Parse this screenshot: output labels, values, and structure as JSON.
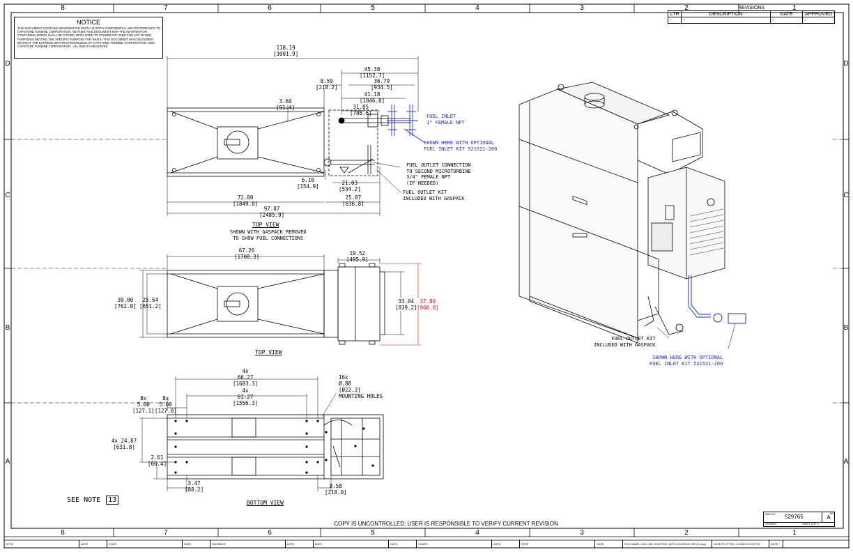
{
  "zones": {
    "top": [
      "8",
      "7",
      "6",
      "5",
      "4",
      "3",
      "2",
      "1"
    ],
    "bottom": [
      "8",
      "7",
      "6",
      "5",
      "4",
      "3",
      "2",
      "1"
    ],
    "left": [
      "D",
      "C",
      "B",
      "A"
    ],
    "right": [
      "D",
      "C",
      "B",
      "A"
    ]
  },
  "notice": {
    "title": "NOTICE",
    "body": "THIS DOCUMENT CONTAINS INFORMATION WHICH IS BOTH CONFIDENTIAL AND PROPRIETARY TO CAPSTONE TURBINE CORPORATION. NEITHER THIS DOCUMENT NOR THE INFORMATION CONTAINED HEREIN SHALL BE COPIED, DISCLOSED TO OTHERS OR USED FOR ANY OTHER PURPOSES BEYOND THE SPECIFIC PURPOSE FOR WHICH THIS DOCUMENT WAS DELIVERED WITHOUT THE EXPRESS WRITTEN PERMISSION OF CAPSTONE TURBINE CORPORATION. 2002 CAPSTONE TURBINE CORPORATION - ALL RIGHTS RESERVED"
  },
  "revisions": {
    "title": "REVISIONS",
    "headers": [
      "LTR",
      "DESCRIPTION",
      "DATE",
      "APPROVED"
    ],
    "row": [
      "-",
      "-",
      "-",
      "-"
    ]
  },
  "top_view_1": {
    "dims": {
      "overall": [
        "118.19",
        "[3001.9]"
      ],
      "d45": [
        "45.38",
        "[1152.7]"
      ],
      "d36": [
        "36.79",
        "[934.5]"
      ],
      "d8": [
        "8.59",
        "[218.2]"
      ],
      "d41": [
        "41.18",
        "[1046.0]"
      ],
      "d31": [
        "31.05",
        "[788.6]"
      ],
      "d3": [
        "3.60",
        "[91.4]"
      ],
      "d6": [
        "6.10",
        "[154.9]"
      ],
      "d21": [
        "21.03",
        "[534.2]"
      ],
      "d72": [
        "72.80",
        "[1849.0]"
      ],
      "d25": [
        "25.07",
        "[636.8]"
      ],
      "d97": [
        "97.87",
        "[2485.9]"
      ]
    },
    "fuel_inlet": [
      "FUEL INLET",
      "1\" FEMALE NPT"
    ],
    "optional_kit": [
      "SHOWN HERE WITH OPTIONAL",
      "FUEL INLET KIT 521521-200"
    ],
    "outlet_connection": [
      "FUEL OUTLET CONNECTION",
      "TO SECOND MICROTURBINE",
      "3/4\" FEMALE NPT",
      "(IF NEEDED)"
    ],
    "outlet_kit": [
      "FUEL OUTLET KIT",
      "INCLUDED WITH GASPACK"
    ],
    "label": "TOP VIEW",
    "caption": [
      "SHOWN WITH GASPACK REMOVED",
      "TO SHOW FUEL CONNECTIONS"
    ]
  },
  "top_view_2": {
    "dims": {
      "d67": [
        "67.26",
        "[1708.3]"
      ],
      "d19": [
        "19.52",
        "[495.9]"
      ],
      "d30": [
        "30.00",
        "[762.0]"
      ],
      "d25": [
        "25.64",
        "[651.2]"
      ],
      "d33": [
        "33.04",
        "[839.2]"
      ],
      "d37": [
        "37.80",
        "[960.0]"
      ]
    },
    "label": "TOP VIEW"
  },
  "bottom_view": {
    "dims": {
      "d66": [
        "4x",
        "66.27",
        "[1683.3]"
      ],
      "d61": [
        "4x",
        "61.27",
        "[1556.3]"
      ],
      "d5a": [
        "8x",
        "5.00",
        "[127.1]"
      ],
      "d5b": [
        "8x",
        "5.00",
        "[127.0]"
      ],
      "holes": [
        "16x",
        "Ø.88",
        "[Ø22.3]",
        "MOUNTING HOLES"
      ],
      "d24": [
        "4x 24.87",
        "[631.8]"
      ],
      "d2": [
        "2.61",
        "[66.4]"
      ],
      "d3": [
        "3.47",
        "[88.2]"
      ],
      "d8": [
        "8.58",
        "[218.0]"
      ]
    },
    "label": "BOTTOM VIEW"
  },
  "iso_view": {
    "outlet_kit": [
      "FUEL OUTLET KIT",
      "INCLUDED WITH GASPACK"
    ],
    "optional_kit": [
      "SHOWN HERE WITH OPTIONAL",
      "FUEL INLET KIT 521521-200"
    ]
  },
  "see_note": {
    "text": "SEE NOTE",
    "number": "13"
  },
  "uncontrolled": "COPY IS UNCONTROLLED; USER IS RESPONSIBLE TO VERIFY CURRENT REVISION",
  "title_block": {
    "dwg_no": "529765",
    "rev": "A",
    "dwg_no_label": "DWG NO.",
    "rev_label": "REV",
    "sheet": "SHEET 1 OF 1",
    "version": "VERSION"
  },
  "bottom_strip": [
    {
      "label": "DFTD",
      "w": 108
    },
    {
      "label": "DATE",
      "w": 40
    },
    {
      "label": "CHKR",
      "w": 108
    },
    {
      "label": "DATE",
      "w": 40
    },
    {
      "label": "ENGNEER",
      "w": 108
    },
    {
      "label": "DATE",
      "w": 40
    },
    {
      "label": "MATL",
      "w": 108
    },
    {
      "label": "DATE",
      "w": 40
    },
    {
      "label": "COMPL",
      "w": 108
    },
    {
      "label": "DATE",
      "w": 40
    },
    {
      "label": "PERF",
      "w": 108
    },
    {
      "label": "DATE",
      "w": 40
    },
    {
      "label": "FILE NAME: C65, C65, ICHP PKG, WITH GASPACK, REV A.dwg",
      "w": 128
    },
    {
      "label": "DATE PLOTTED: 1/13/2012 2:03 PM",
      "w": 82
    },
    {
      "label": "DATE",
      "w": 20
    }
  ],
  "colors": {
    "blue": "#1b2fd0",
    "red": "#dd1111"
  }
}
